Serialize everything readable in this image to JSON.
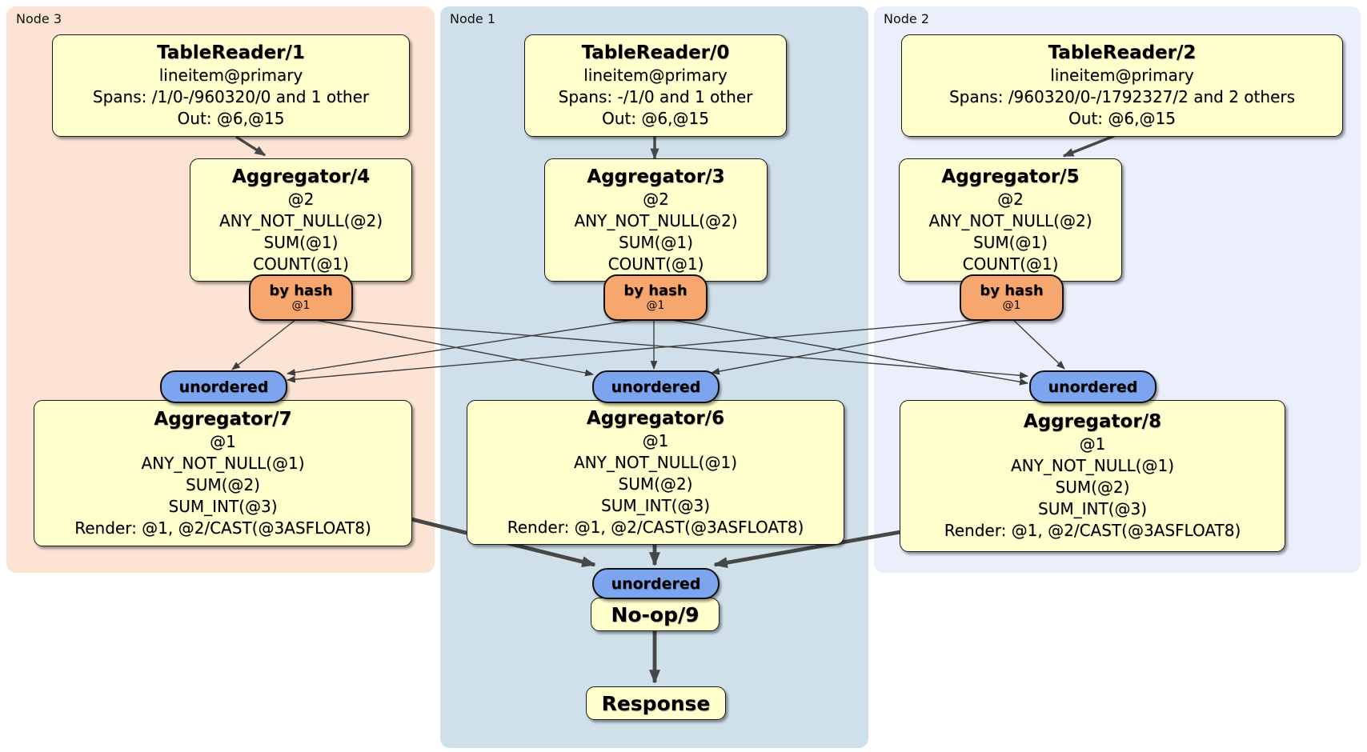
{
  "regions": [
    {
      "id": "node3",
      "label": "Node 3"
    },
    {
      "id": "node1",
      "label": "Node 1"
    },
    {
      "id": "node2",
      "label": "Node 2"
    }
  ],
  "processors": {
    "tr1": {
      "title": "TableReader/1",
      "lines": [
        "lineitem@primary",
        "Spans: /1/0-/960320/0 and 1 other",
        "Out: @6,@15"
      ]
    },
    "tr0": {
      "title": "TableReader/0",
      "lines": [
        "lineitem@primary",
        "Spans: -/1/0 and 1 other",
        "Out: @6,@15"
      ]
    },
    "tr2": {
      "title": "TableReader/2",
      "lines": [
        "lineitem@primary",
        "Spans: /960320/0-/1792327/2 and 2 others",
        "Out: @6,@15"
      ]
    },
    "agg4": {
      "title": "Aggregator/4",
      "lines": [
        "@2",
        "ANY_NOT_NULL(@2)",
        "SUM(@1)",
        "COUNT(@1)"
      ]
    },
    "agg3": {
      "title": "Aggregator/3",
      "lines": [
        "@2",
        "ANY_NOT_NULL(@2)",
        "SUM(@1)",
        "COUNT(@1)"
      ]
    },
    "agg5": {
      "title": "Aggregator/5",
      "lines": [
        "@2",
        "ANY_NOT_NULL(@2)",
        "SUM(@1)",
        "COUNT(@1)"
      ]
    },
    "agg7": {
      "title": "Aggregator/7",
      "lines": [
        "@1",
        "ANY_NOT_NULL(@1)",
        "SUM(@2)",
        "SUM_INT(@3)",
        "Render: @1, @2/CAST(@3ASFLOAT8)"
      ]
    },
    "agg6": {
      "title": "Aggregator/6",
      "lines": [
        "@1",
        "ANY_NOT_NULL(@1)",
        "SUM(@2)",
        "SUM_INT(@3)",
        "Render: @1, @2/CAST(@3ASFLOAT8)"
      ]
    },
    "agg8": {
      "title": "Aggregator/8",
      "lines": [
        "@1",
        "ANY_NOT_NULL(@1)",
        "SUM(@2)",
        "SUM_INT(@3)",
        "Render: @1, @2/CAST(@3ASFLOAT8)"
      ]
    },
    "noop": {
      "title": "No-op/9"
    },
    "response": {
      "title": "Response"
    }
  },
  "routers": {
    "by_hash_label": "by hash",
    "by_hash_detail": "@1",
    "sync_label": "unordered"
  },
  "colors": {
    "node3_bg": "#fce3d4",
    "node1_bg": "#d0e0ea",
    "node2_bg": "#eaeffb",
    "processor_bg": "#ffffce",
    "router_bg": "#f7a76e",
    "sync_bg": "#7da5ef",
    "edge": "#474747"
  }
}
